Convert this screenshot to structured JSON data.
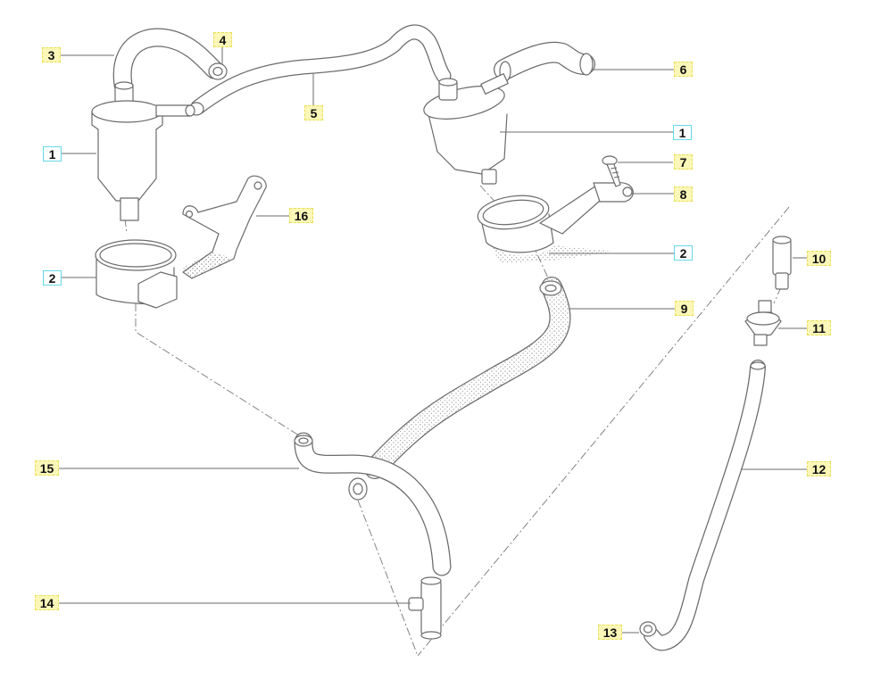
{
  "diagram": {
    "callouts": [
      {
        "id": "c3",
        "text": "3",
        "style": "yellow"
      },
      {
        "id": "c4",
        "text": "4",
        "style": "yellow"
      },
      {
        "id": "c5",
        "text": "5",
        "style": "yellow"
      },
      {
        "id": "c1a",
        "text": "1",
        "style": "cyan"
      },
      {
        "id": "c2a",
        "text": "2",
        "style": "cyan"
      },
      {
        "id": "c16",
        "text": "16",
        "style": "yellow"
      },
      {
        "id": "c6",
        "text": "6",
        "style": "yellow"
      },
      {
        "id": "c1b",
        "text": "1",
        "style": "cyan"
      },
      {
        "id": "c7",
        "text": "7",
        "style": "yellow"
      },
      {
        "id": "c8",
        "text": "8",
        "style": "yellow"
      },
      {
        "id": "c2b",
        "text": "2",
        "style": "cyan"
      },
      {
        "id": "c9",
        "text": "9",
        "style": "yellow"
      },
      {
        "id": "c10",
        "text": "10",
        "style": "yellow"
      },
      {
        "id": "c11",
        "text": "11",
        "style": "yellow"
      },
      {
        "id": "c12",
        "text": "12",
        "style": "yellow"
      },
      {
        "id": "c15",
        "text": "15",
        "style": "yellow"
      },
      {
        "id": "c14",
        "text": "14",
        "style": "yellow"
      },
      {
        "id": "c13",
        "text": "13",
        "style": "yellow"
      }
    ],
    "colors": {
      "line": "#6b6b6b",
      "callout_fill": "#fbf7b8",
      "callout_border": "#e9df55",
      "callout_cyan": "#68d8e6"
    }
  }
}
